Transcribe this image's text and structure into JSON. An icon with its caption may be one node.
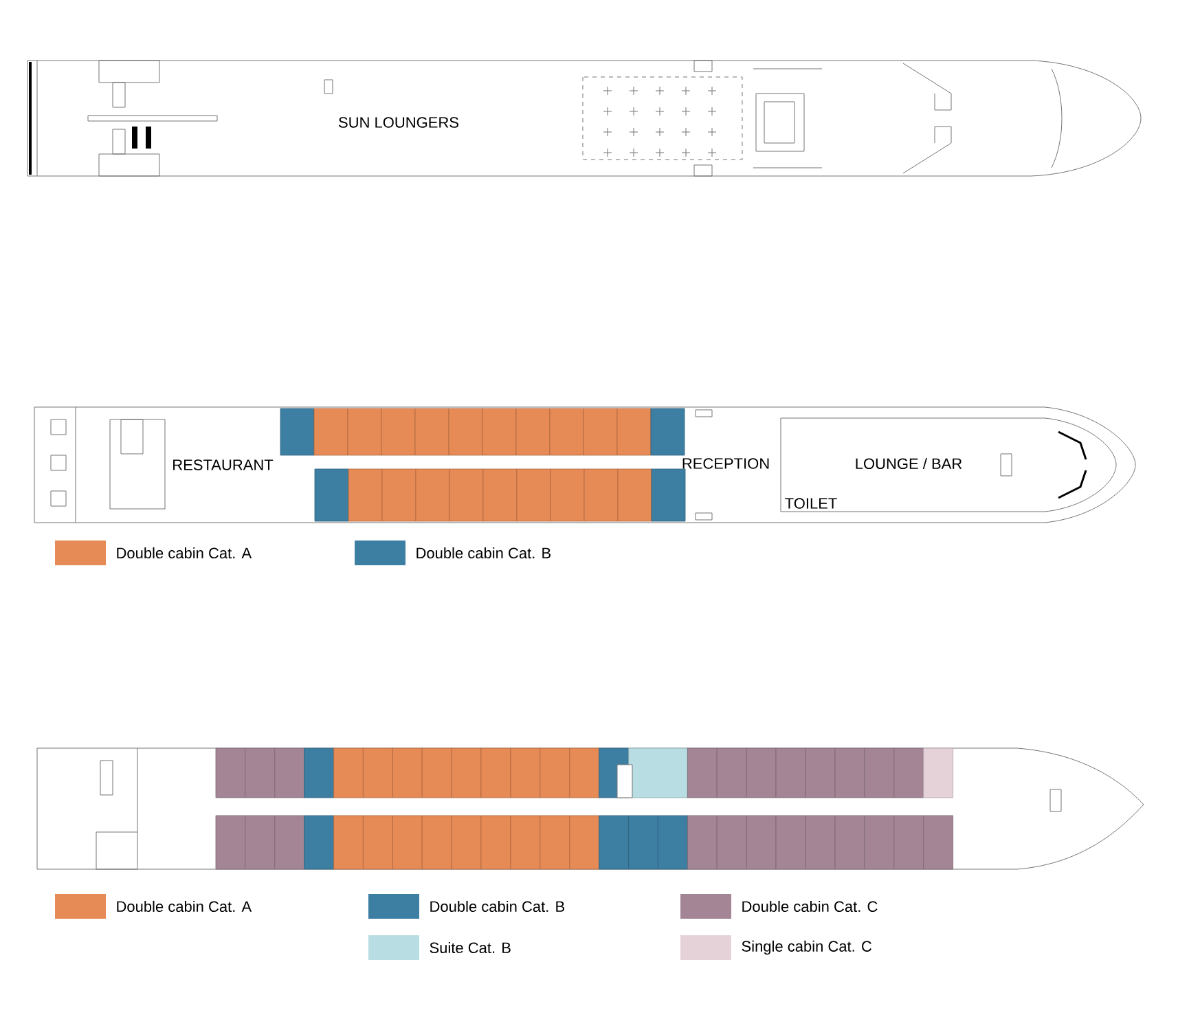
{
  "diagram": {
    "labels": [
      "SUN LOUNGERS",
      "RESTAURANT",
      "RECEPTION",
      "LOUNGE / BAR",
      "TOILET"
    ],
    "legend": [
      {
        "text": "Double cabin Cat. A",
        "color": "#e68a56"
      },
      {
        "text": "Double cabin Cat. B",
        "color": "#3d7ea3"
      },
      {
        "text": "Double cabin Cat. A",
        "color": "#e68a56"
      },
      {
        "text": "Double cabin Cat. B",
        "color": "#3d7ea3"
      },
      {
        "text": "Double cabin Cat. C",
        "color": "#a48596"
      },
      {
        "text": "Suite Cat. B",
        "color": "#b8dde3"
      },
      {
        "text": "Single cabin Cat. C",
        "color": "#e5d2d9"
      }
    ]
  }
}
